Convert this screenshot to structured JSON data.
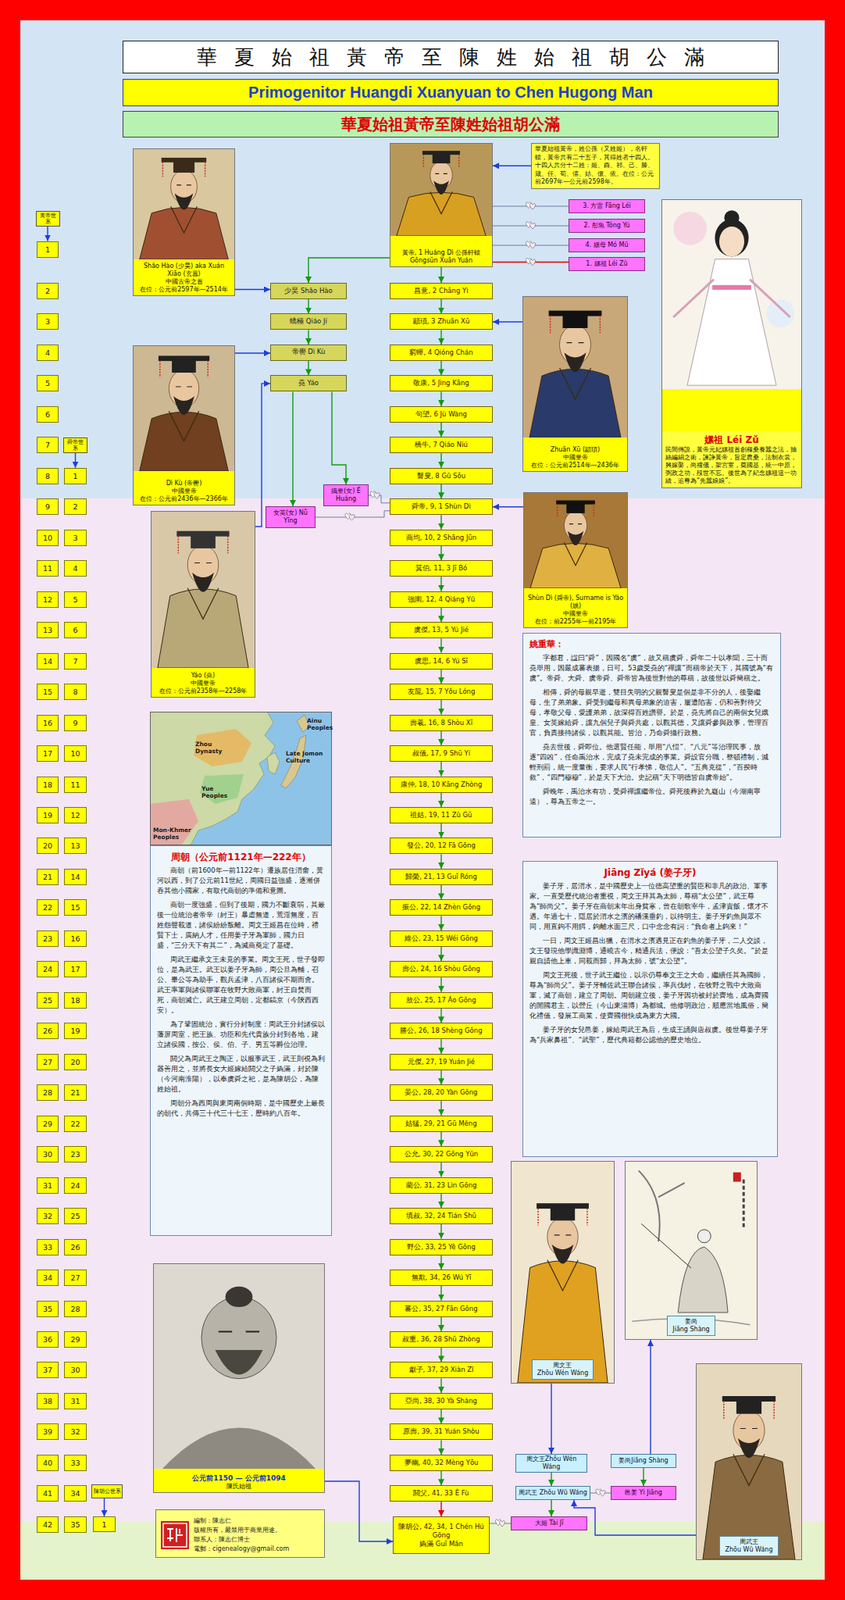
{
  "diagram": {
    "nodes": [
      {
        "text": [
          "華夏始祖黃帝至陳姓始祖胡公滿"
        ]
      },
      {
        "text": [
          "Primogenitor Huangdi Xuanyuan to Chen Hugong Man"
        ]
      },
      {
        "text": [
          "華夏始祖黃帝至陳姓始祖胡公滿"
        ]
      },
      {
        "text": [
          "華夏始祖黃帝，姓公孫（又姓姬），名軒轅，黃帝共有二十五子，其得姓者十四人。十四人共分十二姓：姬、酉、祁、己、滕、箴、任、荀、僖、姞、儇、依。在位：公元前2697年—公元前2598年。"
        ]
      },
      {
        "text": [
          "黃帝, 1 Huáng Dì 公孫軒轅 Gōngsūn Xuān Yuán"
        ]
      },
      {
        "text": [
          "3. 方雷 Fāng Léi"
        ]
      },
      {
        "text": [
          "2. 彤魚 Tóng Yú"
        ]
      },
      {
        "text": [
          "4. 嫫母 Mó Mǔ"
        ]
      },
      {
        "text": [
          "1. 嫘祖 Léi Zǔ"
        ]
      },
      {
        "text": [
          "嫘祖 Léi Zǔ",
          "民間傳說，黃帝元妃嫘祖首創種桑養蠶之法，抽絲編絹之術，諫諍黃帝，旨定農桑，法制衣裳，興嫁娶，尚禮儀，架宮室，奠國基，統一中原，弼政之功，歿世不忘。後世為了紀念嫘祖這一功績，追尊為“先蠶娘娘”。"
        ]
      },
      {
        "text": [
          "Shǎo Hào (少昊) aka Xuán Xiāo (玄囂)",
          "中國古帝之首",
          "在位：公元前2597年—2514年"
        ]
      },
      {
        "text": [
          "Dì Kù (帝嚳)",
          "中國皇帝",
          "在位：公元前2436年—2366年"
        ]
      },
      {
        "text": [
          "Zhuān Xū (顓頊)",
          "中國皇帝",
          "在位：公元前2514年—2436年"
        ]
      },
      {
        "text": [
          "Yáo (堯)",
          "中國皇帝",
          "在位：公元前2358年—2258年"
        ]
      },
      {
        "text": [
          "Shùn Dì (舜帝), Surname is Yáo (姚)",
          "中國皇帝",
          "在位：前2255年—前2195年"
        ]
      },
      {
        "text": [
          "姚重華：",
          "字都君，諡曰“舜”，因國名“虞”，故又稱虞舜，舜年二十以孝聞，三十而堯舉用，因嚴成蕃表揚，日可。53歲受堯的“禪讓”而稱帝於天下，其國號為“有虞”。帝舜、大舜、虞帝舜、舜帝皆為後世對他的尊稱，故後世以舜簡稱之。",
          "相傳，舜的母親早逝，雙目失明的父親瞽叟是個是非不分的人，後娶繼母，生了弟弟象。舜受到繼母和異母弟象的迫害，屢遭陷害，仍和善對待父母，孝敬父母，愛護弟弟，故深得百姓讚譽。於是，堯先將自己的兩個女兒娥皇、女英嫁給舜，讓九個兒子與舜共處，以觀其德，又讓舜參與政事，管理百官，負責接待諸侯，以觀其能。皆治，乃命舜攝行政務。",
          "堯去世後，舜即位。他選賢任能，舉用“八愷”、“八元”等治理民事，放逐“四凶”，任命禹治水，完成了堯未完成的事業。舜設官分職，整頓禮制，減輕刑罰，統一度量衡，要求人民“行孝悌，敬信人”。“五典克從”，“百揆時敘”，“四門穆穆”，於是天下大治。史記稱“天下明德皆自虞帝始”。",
          "舜晚年，禹治水有功，受舜禪讓繼帝位。舜死後葬於九嶷山（今湖南寧遠），尊為五帝之一。"
        ]
      },
      {
        "text": [
          "周朝（公元前1121年—222年）",
          "商朝（前1600年—前1122年）遷族居住渭畬，黃河以西，到了公元前11世紀，周國日益強盛，逐漸併吞其他小國家，有取代商朝的準備和意圖。",
          "商朝一度強盛，但到了後期，國力不斷衰弱，其最後一位統治者帝辛（紂王）暴虐無道，荒淫無度，百姓怨聲載道，諸侯紛紛叛離。周文王姬昌在位時，禮賢下士，廣納人才，任用姜子牙為軍師，國力日盛，“三分天下有其二”，為滅商奠定了基礎。",
          "周武王繼承文王未竟的事業。周文王死，世子發即位，是為武王。武王以姜子牙為師，周公旦為輔，召公、畢公等為助手，觀兵孟津，八百諸侯不期而會。武王率軍與諸侯聯軍在牧野大敗商軍，紂王自焚而死，商朝滅亡。武王建立周朝，定都鎬京（今陝西西安）。",
          "為了鞏固統治，實行分封制度：周武王分封諸侯以藩屏周室，把王族、功臣和先代貴族分封到各地，建立諸侯國，按公、侯、伯、子、男五等爵位治理。",
          "閼父為周武王之陶正，以服事武王，武王則視為利器善用之，並將長女大姬嫁給閼父之子媯滿，封於陳（今河南淮陽），以奉虞舜之祀，是為陳胡公，為陳姓始祖。",
          "周朝分為西周與東周兩個時期，是中國歷史上最長的朝代，共傳三十代三十七王，歷時約八百年。"
        ]
      },
      {
        "text": [
          "Jiāng Zǐyá (姜子牙)",
          "姜子牙，居渭水，是中國歷史上一位德高望重的賢臣和非凡的政治、軍事家。一直受歷代統治者重視，周文王拜其為太師，尊稱“太公望”，武王尊為“師尚父”。姜子牙在商朝末年出身貧寒，曾在朝歌宰牛，孟津賣飯，懷才不遇。年過七十，隱居於渭水之濱的磻溪垂釣，以待明主。姜子牙釣魚與眾不同，用直鉤不用餌，鉤離水面三尺，口中念念有詞：“負命者上鉤來！”",
          "一日，周文王姬昌出獵，在渭水之濱遇見正在釣魚的姜子牙，二人交談，文王發現他學識淵博，通曉古今，精通兵法，便說：“吾太公望子久矣。”於是親自請他上車，同載而歸，拜為太師，號“太公望”。",
          "周文王死後，世子武王繼位，以示仍尊奉文王之大命，繼續任其為國師，尊為“師尚父”。姜子牙輔佐武王聯合諸侯，率兵伐紂，在牧野之戰中大敗商軍，滅了商朝，建立了周朝。周朝建立後，姜子牙因功被封於齊地，成為齊國的開國君主，以營丘（今山東淄博）為都城。他修明政治，順應當地風俗，簡化禮儀，發展工商業，使齊國很快成為東方大國。",
          "姜子牙的女兒邑姜，嫁給周武王為后，生成王誦與唐叔虞。後世尊姜子牙為“兵家鼻祖”、“武聖”，歷代典籍都公認他的歷史地位。"
        ]
      },
      {
        "text": [
          "周文王",
          "Zhōu Wén Wáng"
        ]
      },
      {
        "text": [
          "姜尚",
          "Jiāng Shàng"
        ]
      },
      {
        "text": [
          "周武王",
          "Zhōu Wǔ Wáng"
        ]
      },
      {
        "text": [
          "公元前1150 — 公元前1094",
          "陳氏始祖"
        ]
      },
      {
        "text": [
          "編制：陳志仁",
          "版權所有，嚴禁用于商業用途。",
          "聯系人：陳志仁博士",
          "電郵：cigenealogy@gmail.com"
        ]
      },
      {
        "text": [
          "少昊 Shǎo Hào"
        ]
      },
      {
        "text": [
          "蟜極 Qiáo Jí"
        ]
      },
      {
        "text": [
          "帝嚳 Dì Kù"
        ]
      },
      {
        "text": [
          "堯 Yáo"
        ]
      },
      {
        "text": [
          "娥皇(女) É Huáng"
        ]
      },
      {
        "text": [
          "女英(女) Nǚ Yīng"
        ]
      },
      {
        "text": [
          "昌意, 2 Chāng Yì"
        ]
      },
      {
        "text": [
          "顓頊, 3 Zhuān Xū"
        ]
      },
      {
        "text": [
          "窮蟬, 4 Qióng Chán"
        ]
      },
      {
        "text": [
          "敬康, 5 Jìng Kāng"
        ]
      },
      {
        "text": [
          "句望, 6 Jù Wàng"
        ]
      },
      {
        "text": [
          "橋牛, 7 Qiáo Niú"
        ]
      },
      {
        "text": [
          "瞽叟, 8 Gǔ Sǒu"
        ]
      },
      {
        "text": [
          "舜帝, 9, 1 Shùn Dì"
        ]
      },
      {
        "text": [
          "商均, 10, 2 Shāng Jūn"
        ]
      },
      {
        "text": [
          "箕伯, 11, 3 Jī Bó"
        ]
      },
      {
        "text": [
          "強圉, 12, 4 Qiáng Yǔ"
        ]
      },
      {
        "text": [
          "虞傑, 13, 5 Yú Jié"
        ]
      },
      {
        "text": [
          "虞思, 14, 6 Yú Sī"
        ]
      },
      {
        "text": [
          "友龍, 15, 7 Yǒu Lóng"
        ]
      },
      {
        "text": [
          "壽羲, 16, 8 Shòu Xī"
        ]
      },
      {
        "text": [
          "叔儀, 17, 9 Shū Yí"
        ]
      },
      {
        "text": [
          "康仲, 18, 10 Kāng Zhòng"
        ]
      },
      {
        "text": [
          "祖姑, 19, 11 Zǔ Gū"
        ]
      },
      {
        "text": [
          "發公, 20, 12 Fā Gōng"
        ]
      },
      {
        "text": [
          "歸榮, 21, 13 Guī Róng"
        ]
      },
      {
        "text": [
          "振公, 22, 14 Zhèn Gōng"
        ]
      },
      {
        "text": [
          "維公, 23, 15 Wéi Gōng"
        ]
      },
      {
        "text": [
          "壽公, 24, 16 Shòu Gōng"
        ]
      },
      {
        "text": [
          "敖公, 25, 17 Áo Gōng"
        ]
      },
      {
        "text": [
          "勝公, 26, 18 Shèng Gōng"
        ]
      },
      {
        "text": [
          "元傑, 27, 19 Yuán Jié"
        ]
      },
      {
        "text": [
          "晏公, 28, 20 Yàn Gōng"
        ]
      },
      {
        "text": [
          "姑猛, 29, 21 Gū Měng"
        ]
      },
      {
        "text": [
          "公允, 30, 22 Gōng Yǔn"
        ]
      },
      {
        "text": [
          "藺公, 31, 23 Lìn Gōng"
        ]
      },
      {
        "text": [
          "填叔, 32, 24 Tián Shū"
        ]
      },
      {
        "text": [
          "野公, 33, 25 Yě Gōng"
        ]
      },
      {
        "text": [
          "無欺, 34, 26 Wú Yī"
        ]
      },
      {
        "text": [
          "蕃公, 35, 27 Fān Gōng"
        ]
      },
      {
        "text": [
          "叔重, 36, 28 Shū Zhòng"
        ]
      },
      {
        "text": [
          "獻子, 37, 29 Xiàn Zǐ"
        ]
      },
      {
        "text": [
          "亞尚, 38, 30 Yà Shàng"
        ]
      },
      {
        "text": [
          "原壽, 39, 31 Yuán Shòu"
        ]
      },
      {
        "text": [
          "夢幽, 40, 32 Mèng Yōu"
        ]
      },
      {
        "text": [
          "閼父, 41, 33 È Fù"
        ]
      },
      {
        "text": [
          "陳胡公, 42, 34, 1 Chén Hú Gōng",
          "媯滿 Guī Mǎn"
        ]
      },
      {
        "text": [
          "周文王Zhōu Wén Wáng"
        ]
      },
      {
        "text": [
          "姜尚Jiāng Shàng"
        ]
      },
      {
        "text": [
          "周武王 Zhōu Wǔ Wáng"
        ]
      },
      {
        "text": [
          "邑姜 Yì Jiāng"
        ]
      },
      {
        "text": [
          "大姬 Tài Jī"
        ]
      },
      {
        "text": [
          "黃帝世系"
        ]
      },
      {
        "text": [
          "1"
        ]
      },
      {
        "text": [
          "2"
        ]
      },
      {
        "text": [
          "3"
        ]
      },
      {
        "text": [
          "4"
        ]
      },
      {
        "text": [
          "5"
        ]
      },
      {
        "text": [
          "6"
        ]
      },
      {
        "text": [
          "7"
        ]
      },
      {
        "text": [
          "8"
        ]
      },
      {
        "text": [
          "9"
        ]
      },
      {
        "text": [
          "10"
        ]
      },
      {
        "text": [
          "11"
        ]
      },
      {
        "text": [
          "12"
        ]
      },
      {
        "text": [
          "13"
        ]
      },
      {
        "text": [
          "14"
        ]
      },
      {
        "text": [
          "15"
        ]
      },
      {
        "text": [
          "16"
        ]
      },
      {
        "text": [
          "17"
        ]
      },
      {
        "text": [
          "18"
        ]
      },
      {
        "text": [
          "19"
        ]
      },
      {
        "text": [
          "20"
        ]
      },
      {
        "text": [
          "21"
        ]
      },
      {
        "text": [
          "22"
        ]
      },
      {
        "text": [
          "23"
        ]
      },
      {
        "text": [
          "24"
        ]
      },
      {
        "text": [
          "25"
        ]
      },
      {
        "text": [
          "26"
        ]
      },
      {
        "text": [
          "27"
        ]
      },
      {
        "text": [
          "28"
        ]
      },
      {
        "text": [
          "29"
        ]
      },
      {
        "text": [
          "30"
        ]
      },
      {
        "text": [
          "31"
        ]
      },
      {
        "text": [
          "32"
        ]
      },
      {
        "text": [
          "33"
        ]
      },
      {
        "text": [
          "34"
        ]
      },
      {
        "text": [
          "35"
        ]
      },
      {
        "text": [
          "36"
        ]
      },
      {
        "text": [
          "37"
        ]
      },
      {
        "text": [
          "38"
        ]
      },
      {
        "text": [
          "39"
        ]
      },
      {
        "text": [
          "40"
        ]
      },
      {
        "text": [
          "41"
        ]
      },
      {
        "text": [
          "42"
        ]
      },
      {
        "text": [
          "舜帝世系"
        ]
      },
      {
        "text": [
          "1"
        ]
      },
      {
        "text": [
          "2"
        ]
      },
      {
        "text": [
          "3"
        ]
      },
      {
        "text": [
          "4"
        ]
      },
      {
        "text": [
          "5"
        ]
      },
      {
        "text": [
          "6"
        ]
      },
      {
        "text": [
          "7"
        ]
      },
      {
        "text": [
          "8"
        ]
      },
      {
        "text": [
          "9"
        ]
      },
      {
        "text": [
          "10"
        ]
      },
      {
        "text": [
          "11"
        ]
      },
      {
        "text": [
          "12"
        ]
      },
      {
        "text": [
          "13"
        ]
      },
      {
        "text": [
          "14"
        ]
      },
      {
        "text": [
          "15"
        ]
      },
      {
        "text": [
          "16"
        ]
      },
      {
        "text": [
          "17"
        ]
      },
      {
        "text": [
          "18"
        ]
      },
      {
        "text": [
          "19"
        ]
      },
      {
        "text": [
          "20"
        ]
      },
      {
        "text": [
          "21"
        ]
      },
      {
        "text": [
          "22"
        ]
      },
      {
        "text": [
          "23"
        ]
      },
      {
        "text": [
          "24"
        ]
      },
      {
        "text": [
          "25"
        ]
      },
      {
        "text": [
          "26"
        ]
      },
      {
        "text": [
          "27"
        ]
      },
      {
        "text": [
          "28"
        ]
      },
      {
        "text": [
          "29"
        ]
      },
      {
        "text": [
          "30"
        ]
      },
      {
        "text": [
          "31"
        ]
      },
      {
        "text": [
          "32"
        ]
      },
      {
        "text": [
          "33"
        ]
      },
      {
        "text": [
          "34"
        ]
      },
      {
        "text": [
          "35"
        ]
      },
      {
        "text": [
          "陳胡公世系"
        ]
      },
      {
        "text": [
          "1"
        ]
      }
    ],
    "edges": [
      {
        "from": 3,
        "to": 4,
        "arrow": "to"
      },
      {
        "from": 4,
        "to": 5,
        "arrow": "none"
      },
      {
        "from": 4,
        "to": 6,
        "arrow": "none"
      },
      {
        "from": 4,
        "to": 7,
        "arrow": "none"
      },
      {
        "from": 4,
        "to": 8,
        "arrow": "none"
      },
      {
        "from": 4,
        "to": 29,
        "arrow": "to"
      },
      {
        "from": 29,
        "to": 30,
        "arrow": "to"
      },
      {
        "from": 30,
        "to": 31,
        "arrow": "to"
      },
      {
        "from": 31,
        "to": 32,
        "arrow": "to"
      },
      {
        "from": 32,
        "to": 33,
        "arrow": "to"
      },
      {
        "from": 33,
        "to": 34,
        "arrow": "to"
      },
      {
        "from": 34,
        "to": 35,
        "arrow": "to"
      },
      {
        "from": 35,
        "to": 36,
        "arrow": "to"
      },
      {
        "from": 36,
        "to": 37,
        "arrow": "to"
      },
      {
        "from": 37,
        "to": 38,
        "arrow": "to"
      },
      {
        "from": 38,
        "to": 39,
        "arrow": "to"
      },
      {
        "from": 39,
        "to": 40,
        "arrow": "to"
      },
      {
        "from": 40,
        "to": 41,
        "arrow": "to"
      },
      {
        "from": 41,
        "to": 42,
        "arrow": "to"
      },
      {
        "from": 42,
        "to": 43,
        "arrow": "to"
      },
      {
        "from": 43,
        "to": 44,
        "arrow": "to"
      },
      {
        "from": 44,
        "to": 45,
        "arrow": "to"
      },
      {
        "from": 45,
        "to": 46,
        "arrow": "to"
      },
      {
        "from": 46,
        "to": 47,
        "arrow": "to"
      },
      {
        "from": 47,
        "to": 48,
        "arrow": "to"
      },
      {
        "from": 48,
        "to": 49,
        "arrow": "to"
      },
      {
        "from": 49,
        "to": 50,
        "arrow": "to"
      },
      {
        "from": 50,
        "to": 51,
        "arrow": "to"
      },
      {
        "from": 51,
        "to": 52,
        "arrow": "to"
      },
      {
        "from": 52,
        "to": 53,
        "arrow": "to"
      },
      {
        "from": 53,
        "to": 54,
        "arrow": "to"
      },
      {
        "from": 54,
        "to": 55,
        "arrow": "to"
      },
      {
        "from": 55,
        "to": 56,
        "arrow": "to"
      },
      {
        "from": 56,
        "to": 57,
        "arrow": "to"
      },
      {
        "from": 57,
        "to": 58,
        "arrow": "to"
      },
      {
        "from": 58,
        "to": 59,
        "arrow": "to"
      },
      {
        "from": 59,
        "to": 60,
        "arrow": "to"
      },
      {
        "from": 60,
        "to": 61,
        "arrow": "to"
      },
      {
        "from": 61,
        "to": 62,
        "arrow": "to"
      },
      {
        "from": 62,
        "to": 63,
        "arrow": "to"
      },
      {
        "from": 63,
        "to": 64,
        "arrow": "to"
      },
      {
        "from": 64,
        "to": 65,
        "arrow": "to"
      },
      {
        "from": 65,
        "to": 66,
        "arrow": "to"
      },
      {
        "from": 66,
        "to": 67,
        "arrow": "to"
      },
      {
        "from": 67,
        "to": 68,
        "arrow": "to"
      },
      {
        "from": 68,
        "to": 69,
        "arrow": "to"
      },
      {
        "from": 4,
        "to": 23,
        "arrow": "to"
      },
      {
        "from": 23,
        "to": 24,
        "arrow": "to"
      },
      {
        "from": 24,
        "to": 25,
        "arrow": "to"
      },
      {
        "from": 25,
        "to": 26,
        "arrow": "to"
      },
      {
        "from": 26,
        "to": 27,
        "arrow": "to"
      },
      {
        "from": 26,
        "to": 28,
        "arrow": "to"
      },
      {
        "from": 27,
        "to": 36,
        "arrow": "none"
      },
      {
        "from": 28,
        "to": 36,
        "arrow": "none"
      },
      {
        "from": 10,
        "to": 23,
        "arrow": "to"
      },
      {
        "from": 11,
        "to": 25,
        "arrow": "to"
      },
      {
        "from": 12,
        "to": 30,
        "arrow": "to"
      },
      {
        "from": 13,
        "to": 26,
        "arrow": "to"
      },
      {
        "from": 14,
        "to": 36,
        "arrow": "to"
      },
      {
        "from": 21,
        "to": 69,
        "arrow": "to"
      },
      {
        "from": 18,
        "to": 70,
        "arrow": "to"
      },
      {
        "from": 71,
        "to": 19,
        "arrow": "to"
      },
      {
        "from": 20,
        "to": 72,
        "arrow": "to"
      },
      {
        "from": 70,
        "to": 72,
        "arrow": "to"
      },
      {
        "from": 71,
        "to": 73,
        "arrow": "to"
      },
      {
        "from": 72,
        "to": 73,
        "arrow": "none"
      },
      {
        "from": 72,
        "to": 74,
        "arrow": "to"
      },
      {
        "from": 74,
        "to": 69,
        "arrow": "none"
      },
      {
        "from": 75,
        "to": 76,
        "arrow": "to"
      },
      {
        "from": 118,
        "to": 119,
        "arrow": "to"
      },
      {
        "from": 154,
        "to": 155,
        "arrow": "to"
      }
    ],
    "labels": [
      "Zhou Dynasty",
      "Yue Peoples",
      "Mon-Khmer Peoples",
      "Ainu Peoples",
      "Late Jomon Culture"
    ]
  }
}
